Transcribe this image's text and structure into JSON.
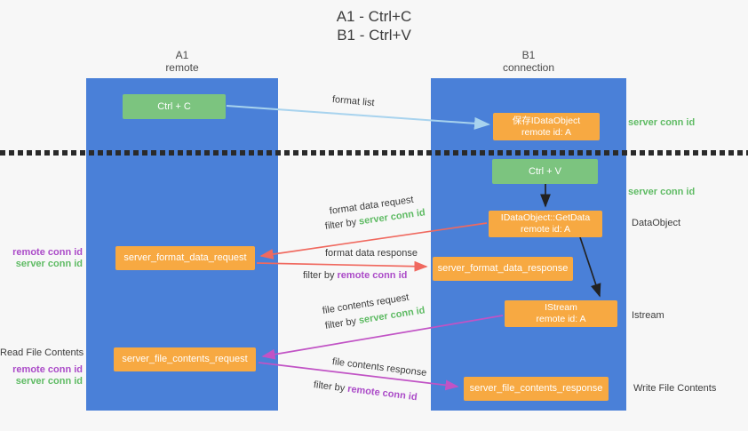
{
  "title": {
    "line1": "A1 - Ctrl+C",
    "line2": "B1 - Ctrl+V"
  },
  "lanes": {
    "a": {
      "header_line1": "A1",
      "header_line2": "remote"
    },
    "b": {
      "header_line1": "B1",
      "header_line2": "connection"
    }
  },
  "nodes": {
    "ctrl_c": {
      "label": "Ctrl + C"
    },
    "save_idataobject": {
      "line1": "保存IDataObject",
      "line2": "remote id: A"
    },
    "ctrl_v": {
      "label": "Ctrl + V"
    },
    "getdata": {
      "line1": "IDataObject::GetData",
      "line2": "remote id: A"
    },
    "format_request": {
      "label": "server_format_data_request"
    },
    "format_response": {
      "label": "server_format_data_response"
    },
    "istream": {
      "line1": "IStream",
      "line2": "remote id: A"
    },
    "file_request": {
      "label": "server_file_contents_request"
    },
    "file_response": {
      "label": "server_file_contents_response"
    }
  },
  "edge_labels": {
    "format_list": "format list",
    "format_data_request": "format data request",
    "format_data_response": "format data response",
    "file_contents_request": "file contents request",
    "file_contents_response": "file contents response",
    "filter_by": "filter by ",
    "server_conn_id": "server conn id",
    "remote_conn_id": "remote conn id"
  },
  "side_labels": {
    "server_conn_id_top": "server conn id",
    "server_conn_id_mid": "server conn id",
    "dataobject": "DataObject",
    "istream": "Istream",
    "write_file_contents": "Write File Contents",
    "read_file_contents": "Read File Contents",
    "remote_conn_id_left1": "remote conn id",
    "server_conn_id_left1": "server conn id",
    "remote_conn_id_left2": "remote conn id",
    "server_conn_id_left2": "server conn id"
  },
  "colors": {
    "background": "#f7f7f7",
    "lane_blue": "#4a80d8",
    "box_green": "#7cc47f",
    "box_orange": "#f7a942",
    "arrow_blue": "#a8d3ee",
    "arrow_black": "#222222",
    "arrow_red": "#f0695f",
    "arrow_magenta": "#c153c5",
    "text_green": "#5fbb64",
    "text_purple": "#ab4bc8",
    "text_dark": "#3c3c3c"
  }
}
